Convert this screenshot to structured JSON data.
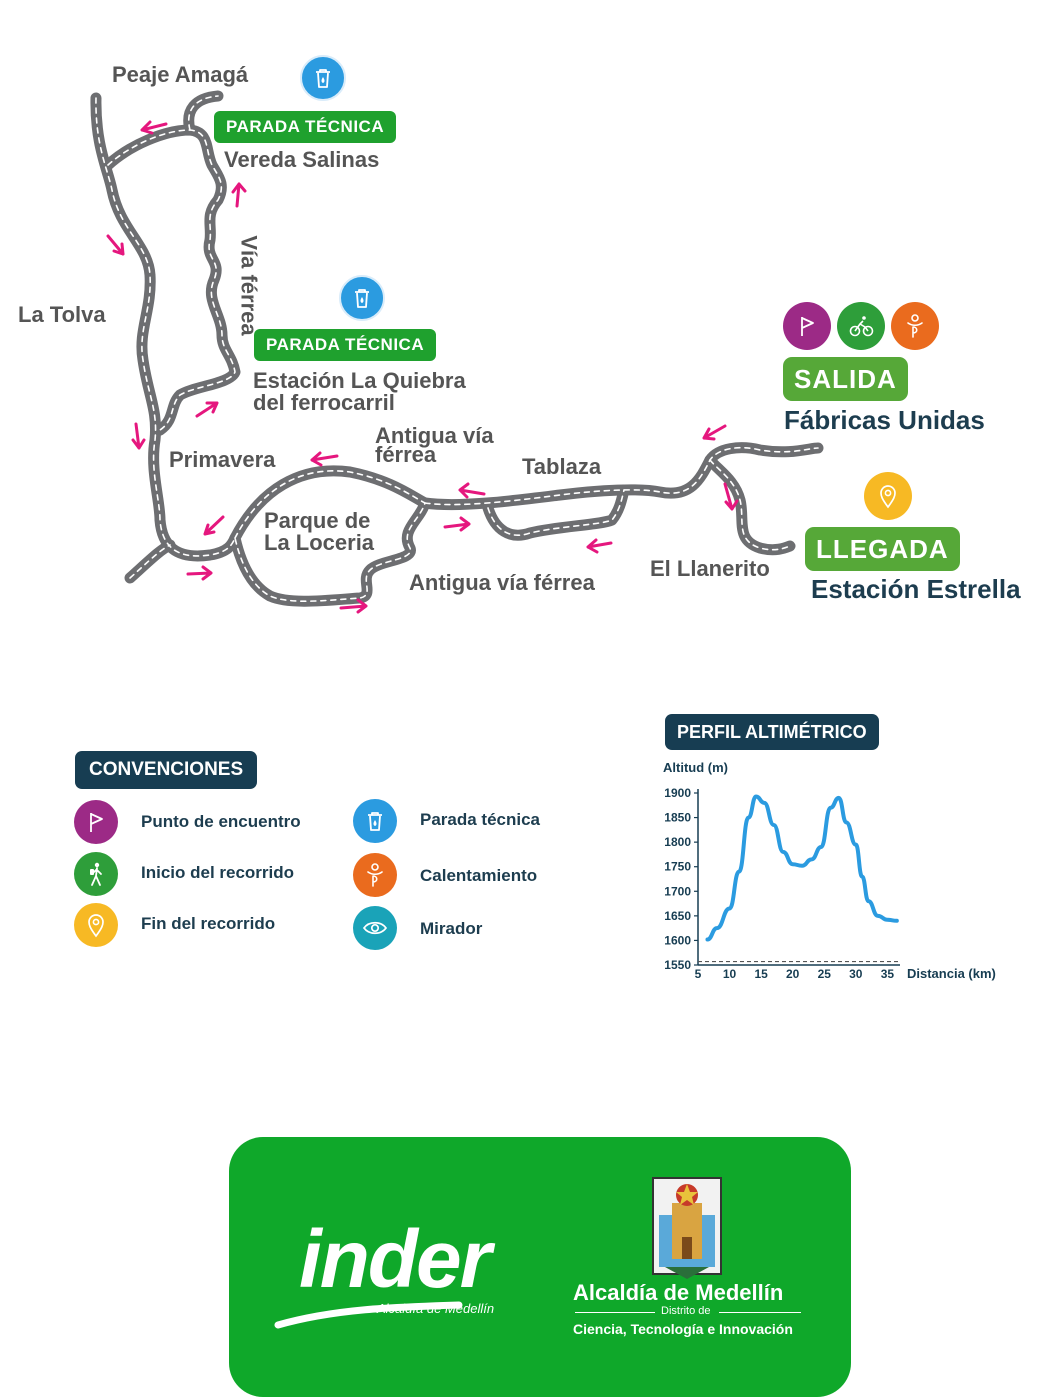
{
  "map": {
    "places": {
      "peaje": "Peaje Amagá",
      "vereda": "Vereda Salinas",
      "via_ferrea": "Vía férrea",
      "la_tolva": "La Tolva",
      "estacion_quiebra_1": "Estación La Quiebra",
      "estacion_quiebra_2": "del ferrocarril",
      "primavera": "Primavera",
      "antigua_via_1": "Antigua vía",
      "antigua_via_2": "férrea",
      "tablaza": "Tablaza",
      "parque_1": "Parque de",
      "parque_2": "La Loceria",
      "antigua_via_bottom": "Antigua vía férrea",
      "el_llanerito": "El Llanerito",
      "fabricas": "Fábricas Unidas",
      "estacion_estrella": "Estación Estrella"
    },
    "badges": {
      "parada_1": "PARADA TÉCNICA",
      "parada_2": "PARADA TÉCNICA",
      "salida": "SALIDA",
      "llegada": "LLEGADA"
    },
    "colors": {
      "road": "#6d6e71",
      "arrow": "#e5177e",
      "green_badge": "#1fa12e",
      "salida_green": "#56a838",
      "navy": "#173d52",
      "purple": "#9c2a86",
      "green": "#2e9e3a",
      "yellow": "#f7b924",
      "blue": "#2b9be0",
      "orange": "#ea6b1e",
      "teal": "#1aa3b8"
    }
  },
  "legend": {
    "title": "CONVENCIONES",
    "items": [
      {
        "label": "Punto de encuentro",
        "icon": "flag-icon",
        "color": "#9c2a86"
      },
      {
        "label": "Inicio del recorrido",
        "icon": "hiker-icon",
        "color": "#2e9e3a"
      },
      {
        "label": "Fin del recorrido",
        "icon": "location-pin-icon",
        "color": "#f7b924"
      },
      {
        "label": "Parada técnica",
        "icon": "trash-bin-icon",
        "color": "#2b9be0"
      },
      {
        "label": "Calentamiento",
        "icon": "stretching-icon",
        "color": "#ea6b1e"
      },
      {
        "label": "Mirador",
        "icon": "eye-icon",
        "color": "#1aa3b8"
      }
    ]
  },
  "chart_data": {
    "type": "line",
    "title": "PERFIL ALTIMÉTRICO",
    "ylabel": "Altitud (m)",
    "xlabel": "Distancia (km)",
    "ylim": [
      1550,
      1900
    ],
    "xlim": [
      5,
      37
    ],
    "yticks": [
      1550,
      1600,
      1650,
      1700,
      1750,
      1800,
      1850,
      1900
    ],
    "xticks": [
      5,
      10,
      15,
      20,
      25,
      30,
      35
    ],
    "dashed_baseline": 1557,
    "series": [
      {
        "color": "#2b9be0",
        "x": [
          6.5,
          8,
          10,
          11.5,
          13,
          14.2,
          15.5,
          17,
          18.5,
          20,
          21.5,
          23,
          24.5,
          26,
          27.3,
          28.5,
          30,
          31,
          32,
          33.5,
          35,
          36.5
        ],
        "y": [
          1602,
          1625,
          1665,
          1740,
          1850,
          1893,
          1880,
          1835,
          1780,
          1755,
          1752,
          1765,
          1790,
          1870,
          1890,
          1840,
          1795,
          1730,
          1680,
          1650,
          1642,
          1640
        ]
      }
    ]
  },
  "footer": {
    "inder_logo": "inder",
    "inder_sub": "Alcaldía de Medellín",
    "alcaldia_title": "Alcaldía de Medellín",
    "alcaldia_sub1": "Distrito de",
    "alcaldia_sub2": "Ciencia, Tecnología e Innovación"
  }
}
